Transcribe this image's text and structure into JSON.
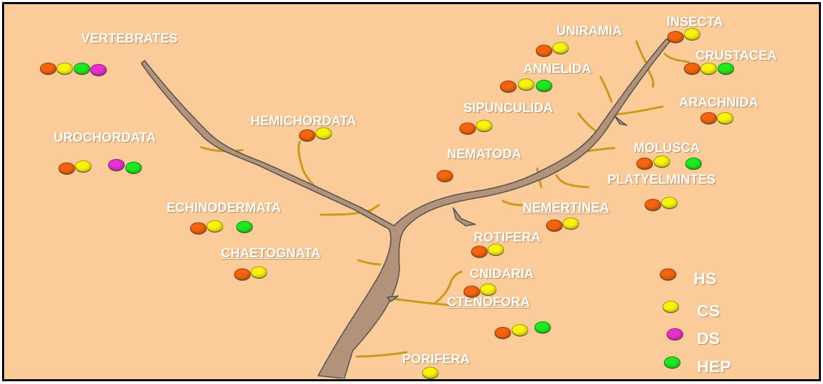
{
  "colors": {
    "background": "#fbcb9a",
    "trunk": "#b08866",
    "trunk_edge": "#2a1a10",
    "branch": "#c89a18",
    "label_text": "#ffffff",
    "HS": "#f4640f",
    "CS": "#f8f20c",
    "DS": "#e830cc",
    "HEP": "#1ee81e"
  },
  "taxa": [
    {
      "name": "VERTEBRATES",
      "underlined": false,
      "markers": [
        "HS",
        "CS",
        "HEP",
        "DS"
      ]
    },
    {
      "name": "UROCHORDATA",
      "underlined": false,
      "markers": [
        "HS",
        "CS",
        "DS",
        "HEP"
      ]
    },
    {
      "name": "HEMICHORDATA",
      "underlined": false,
      "markers": [
        "HS",
        "CS"
      ]
    },
    {
      "name": "ECHINODERMATA",
      "underlined": false,
      "markers": [
        "HS",
        "CS",
        "HEP"
      ]
    },
    {
      "name": "CHAETOGNATA",
      "underlined": true,
      "markers": [
        "HS",
        "CS"
      ]
    },
    {
      "name": "UNIRAMIA",
      "underlined": false,
      "markers": [
        "HS",
        "CS"
      ]
    },
    {
      "name": "INSECTA",
      "underlined": false,
      "markers": [
        "HS",
        "CS"
      ]
    },
    {
      "name": "CRUSTACEA",
      "underlined": false,
      "markers": [
        "HS",
        "CS",
        "HEP"
      ]
    },
    {
      "name": "ANNELIDA",
      "underlined": false,
      "markers": [
        "HS",
        "CS",
        "HEP"
      ]
    },
    {
      "name": "ARACHNIDA",
      "underlined": false,
      "markers": [
        "HS",
        "CS"
      ]
    },
    {
      "name": "SIPUNCULIDA",
      "underlined": false,
      "markers": [
        "HS",
        "CS"
      ]
    },
    {
      "name": "MOLUSCA",
      "underlined": false,
      "markers": [
        "HS",
        "CS",
        "HEP"
      ]
    },
    {
      "name": "NEMATODA",
      "underlined": false,
      "markers": [
        "HS"
      ]
    },
    {
      "name": "PLATYELMINTES",
      "underlined": false,
      "markers": [
        "HS",
        "CS"
      ]
    },
    {
      "name": "NEMERTINEA",
      "underlined": true,
      "markers": [
        "HS",
        "CS"
      ]
    },
    {
      "name": "ROTIFERA",
      "underlined": false,
      "markers": [
        "HS",
        "CS"
      ]
    },
    {
      "name": "CNIDARIA",
      "underlined": false,
      "markers": [
        "HS",
        "CS"
      ]
    },
    {
      "name": "CTENOFORA",
      "underlined": true,
      "markers": [
        "HS",
        "CS",
        "HEP"
      ]
    },
    {
      "name": "PORIFERA",
      "underlined": false,
      "markers": [
        "CS"
      ]
    }
  ],
  "legend": [
    {
      "key": "HS",
      "label": "HS"
    },
    {
      "key": "CS",
      "label": "CS"
    },
    {
      "key": "DS",
      "label": "DS"
    },
    {
      "key": "HEP",
      "label": "HEP"
    }
  ]
}
